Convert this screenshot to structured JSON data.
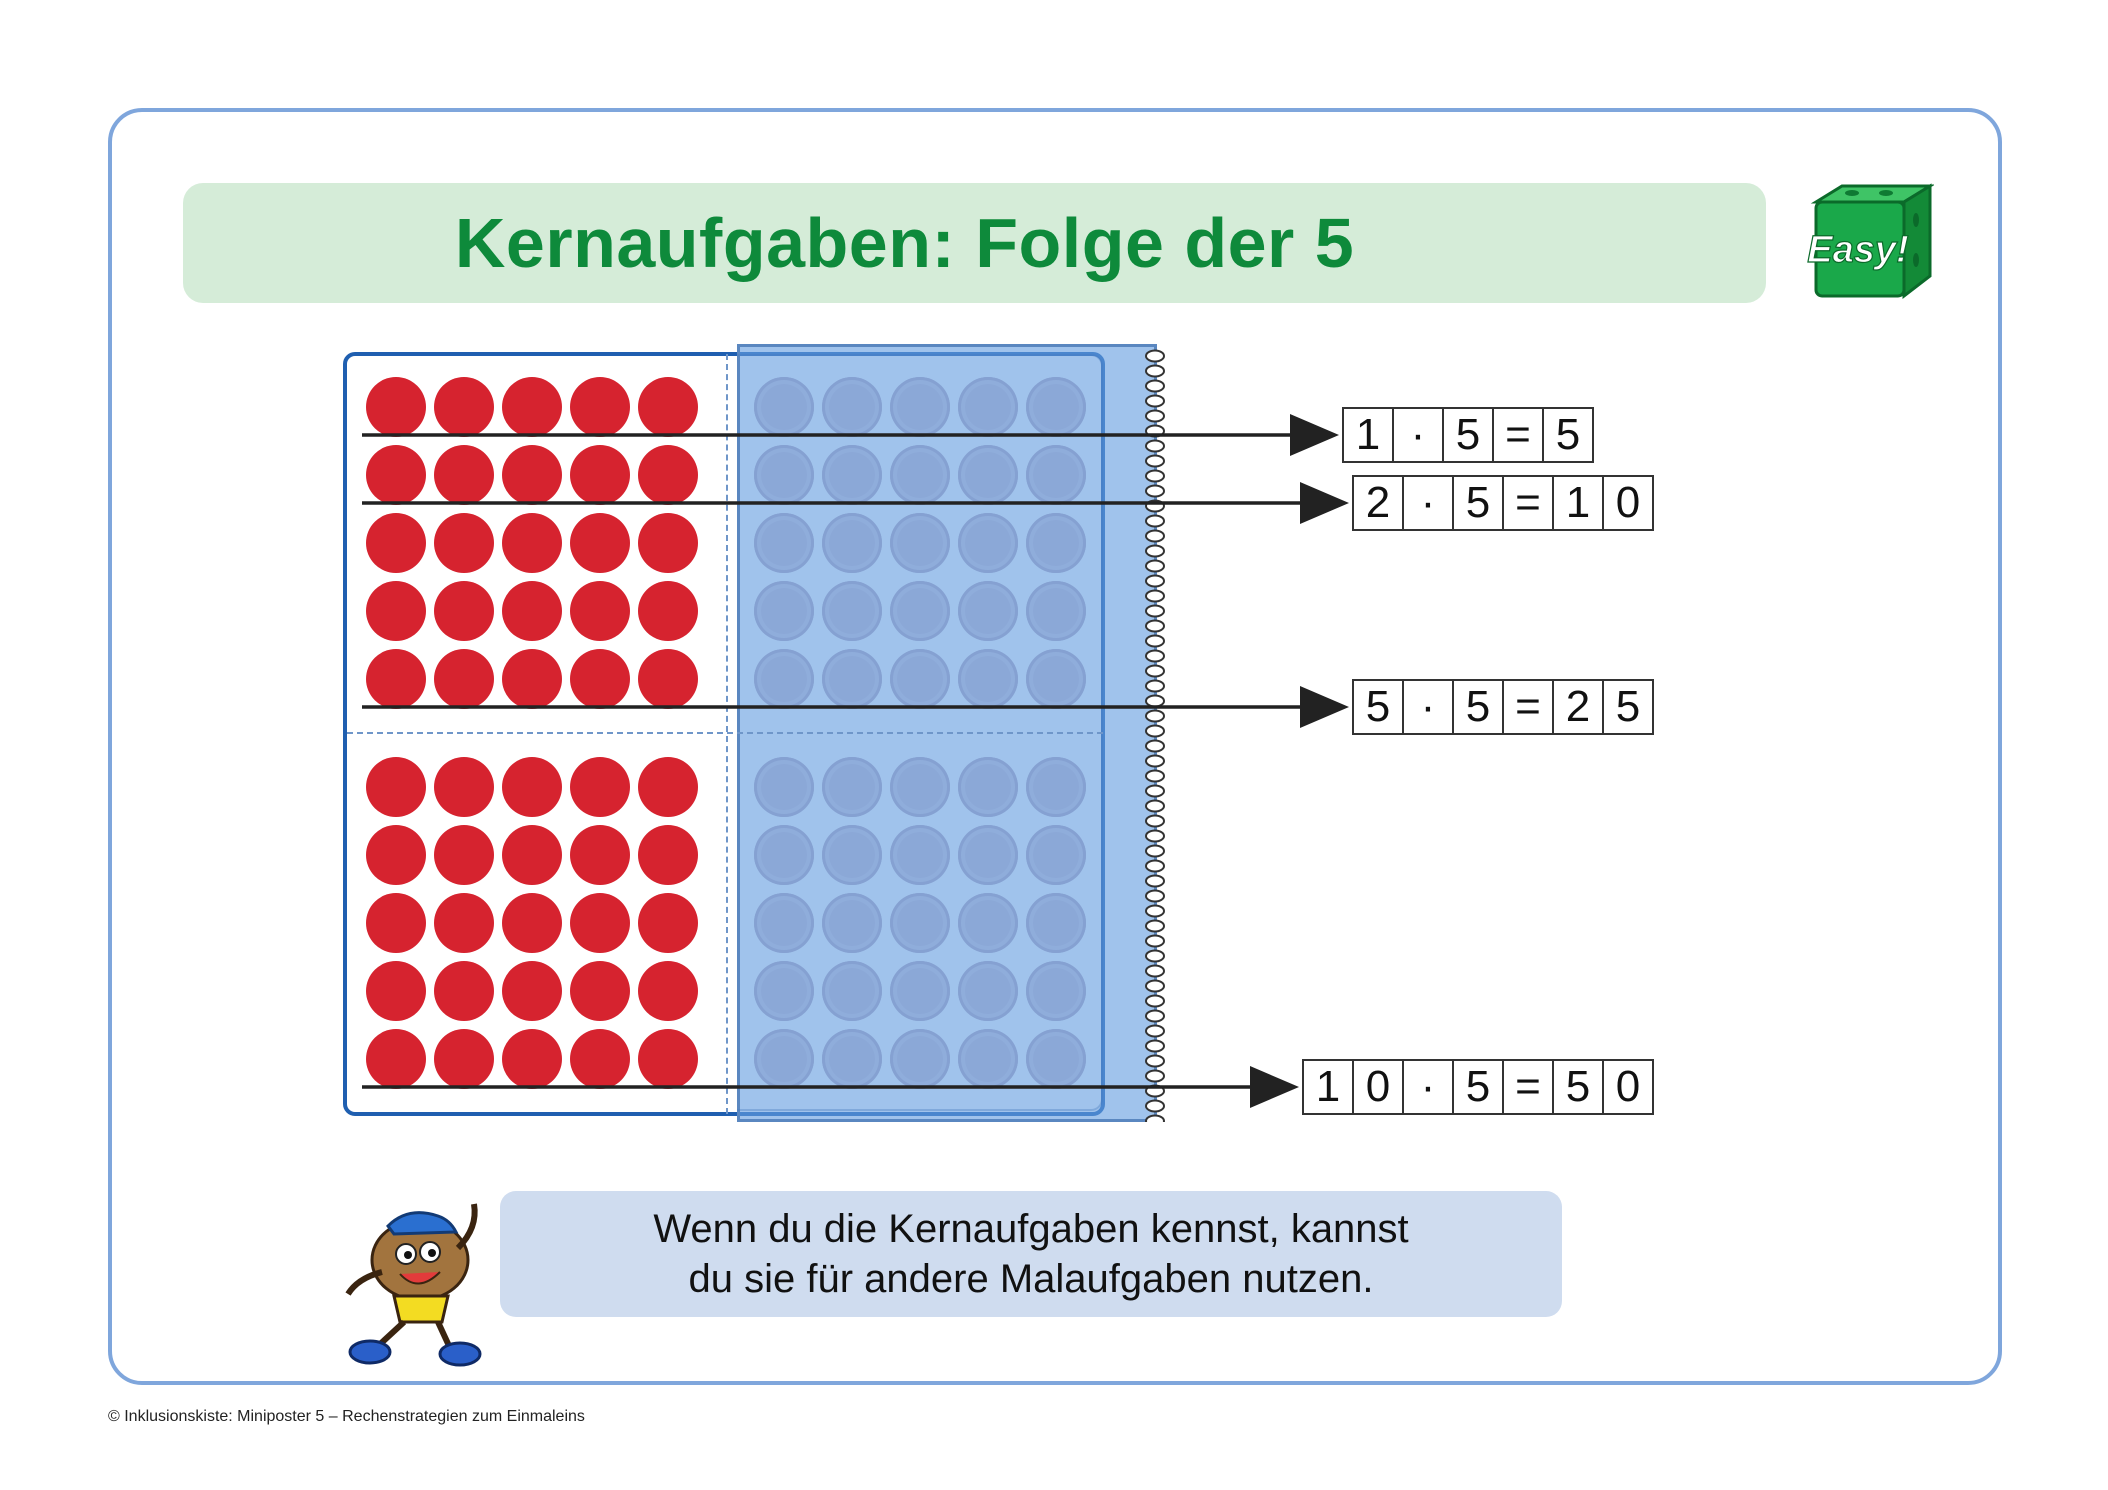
{
  "title": "Kernaufgaben: Folge der 5",
  "badge": {
    "label": "Easy!",
    "color": "#1aa84a"
  },
  "dot_field": {
    "rows": 10,
    "cols": 10,
    "visible_cols": 5,
    "dot_color": "#d6232f",
    "cover_color": "#7aaee6"
  },
  "equations": [
    {
      "cells": [
        "1",
        "·",
        "5",
        "=",
        "5"
      ],
      "row": 1
    },
    {
      "cells": [
        "2",
        "·",
        "5",
        "=",
        "1",
        "0"
      ],
      "row": 2
    },
    {
      "cells": [
        "5",
        "·",
        "5",
        "=",
        "2",
        "5"
      ],
      "row": 5
    },
    {
      "cells": [
        "1",
        "0",
        "·",
        "5",
        "=",
        "5",
        "0"
      ],
      "row": 10
    }
  ],
  "speech": {
    "line1": "Wenn du die Kernaufgaben kennst, kannst",
    "line2": "du sie für andere Malaufgaben nutzen."
  },
  "footer": "© Inklusionskiste: Miniposter 5 – Rechenstrategien zum Einmaleins"
}
